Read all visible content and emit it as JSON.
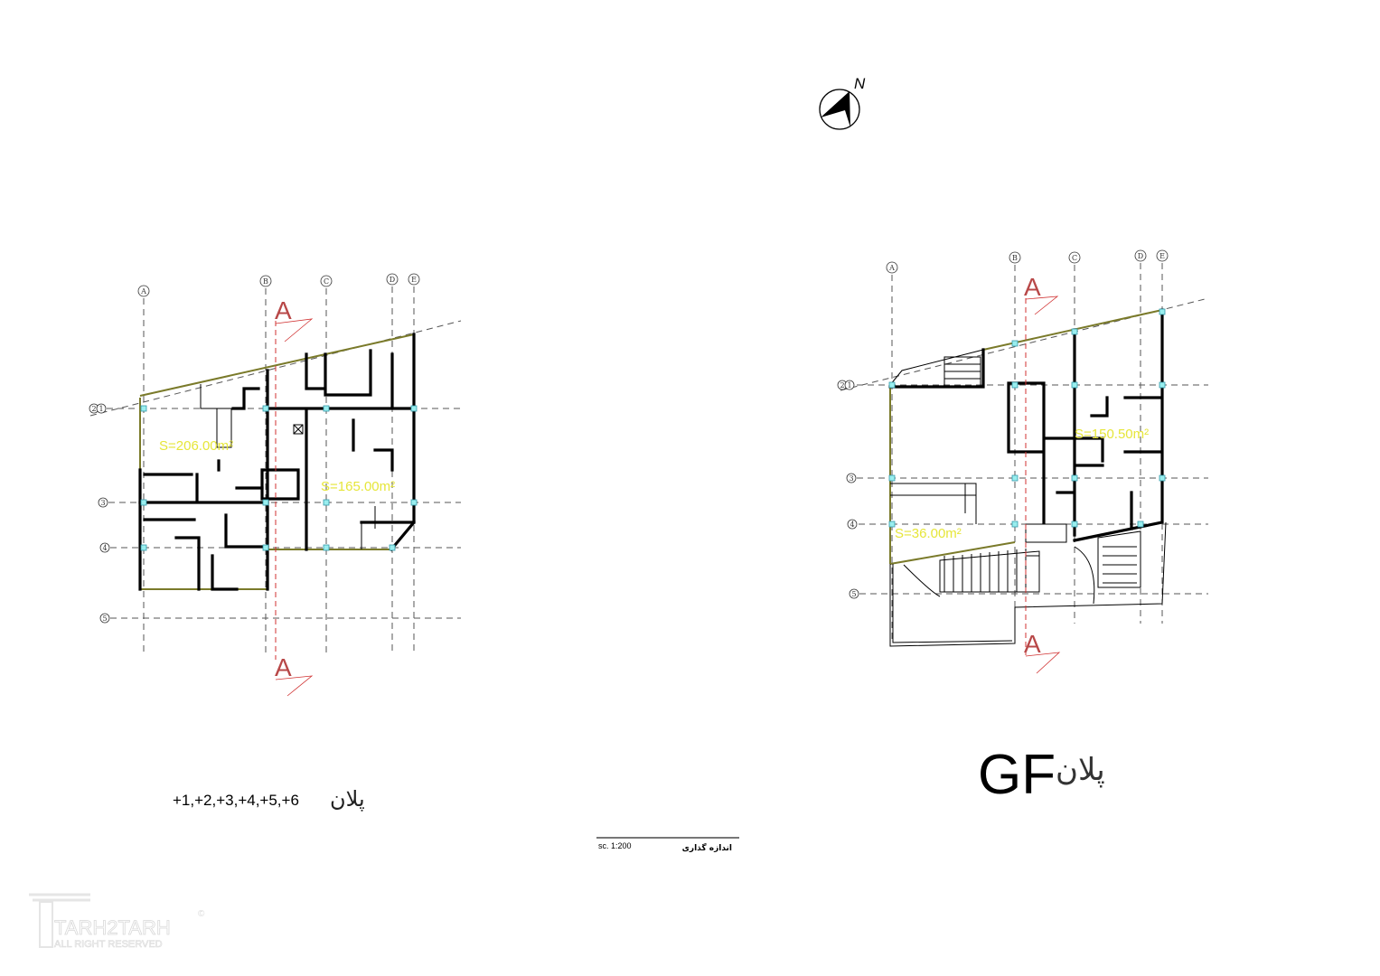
{
  "drawing": {
    "north_label": "N",
    "upper_floor_plan": {
      "grid_columns": [
        "A",
        "B",
        "C",
        "D",
        "E"
      ],
      "grid_rows": [
        "2",
        "1",
        "3",
        "4",
        "5"
      ],
      "areas": [
        "S=206.00m²",
        "S=165.00m²"
      ],
      "section_label": "A",
      "title_floors": "+1,+2,+3,+4,+5,+6",
      "title_word": "پلان"
    },
    "ground_floor_plan": {
      "grid_columns": [
        "A",
        "B",
        "C",
        "D",
        "E"
      ],
      "grid_rows": [
        "2",
        "1",
        "3",
        "4",
        "5"
      ],
      "areas": [
        "S=150.50m²",
        "S=36.00m²"
      ],
      "section_label": "A",
      "title_code": "GF",
      "title_word": "پلان"
    },
    "scale": {
      "label": "sc. 1:200",
      "caption": "اندازه گذاری"
    },
    "watermark": {
      "brand": "TARH2TARH",
      "tagline": "ALL RIGHT RESERVED",
      "symbol": "©"
    },
    "colors": {
      "area_text": "#e6e63a",
      "section": "#b84848",
      "column": "#99eeee"
    }
  }
}
